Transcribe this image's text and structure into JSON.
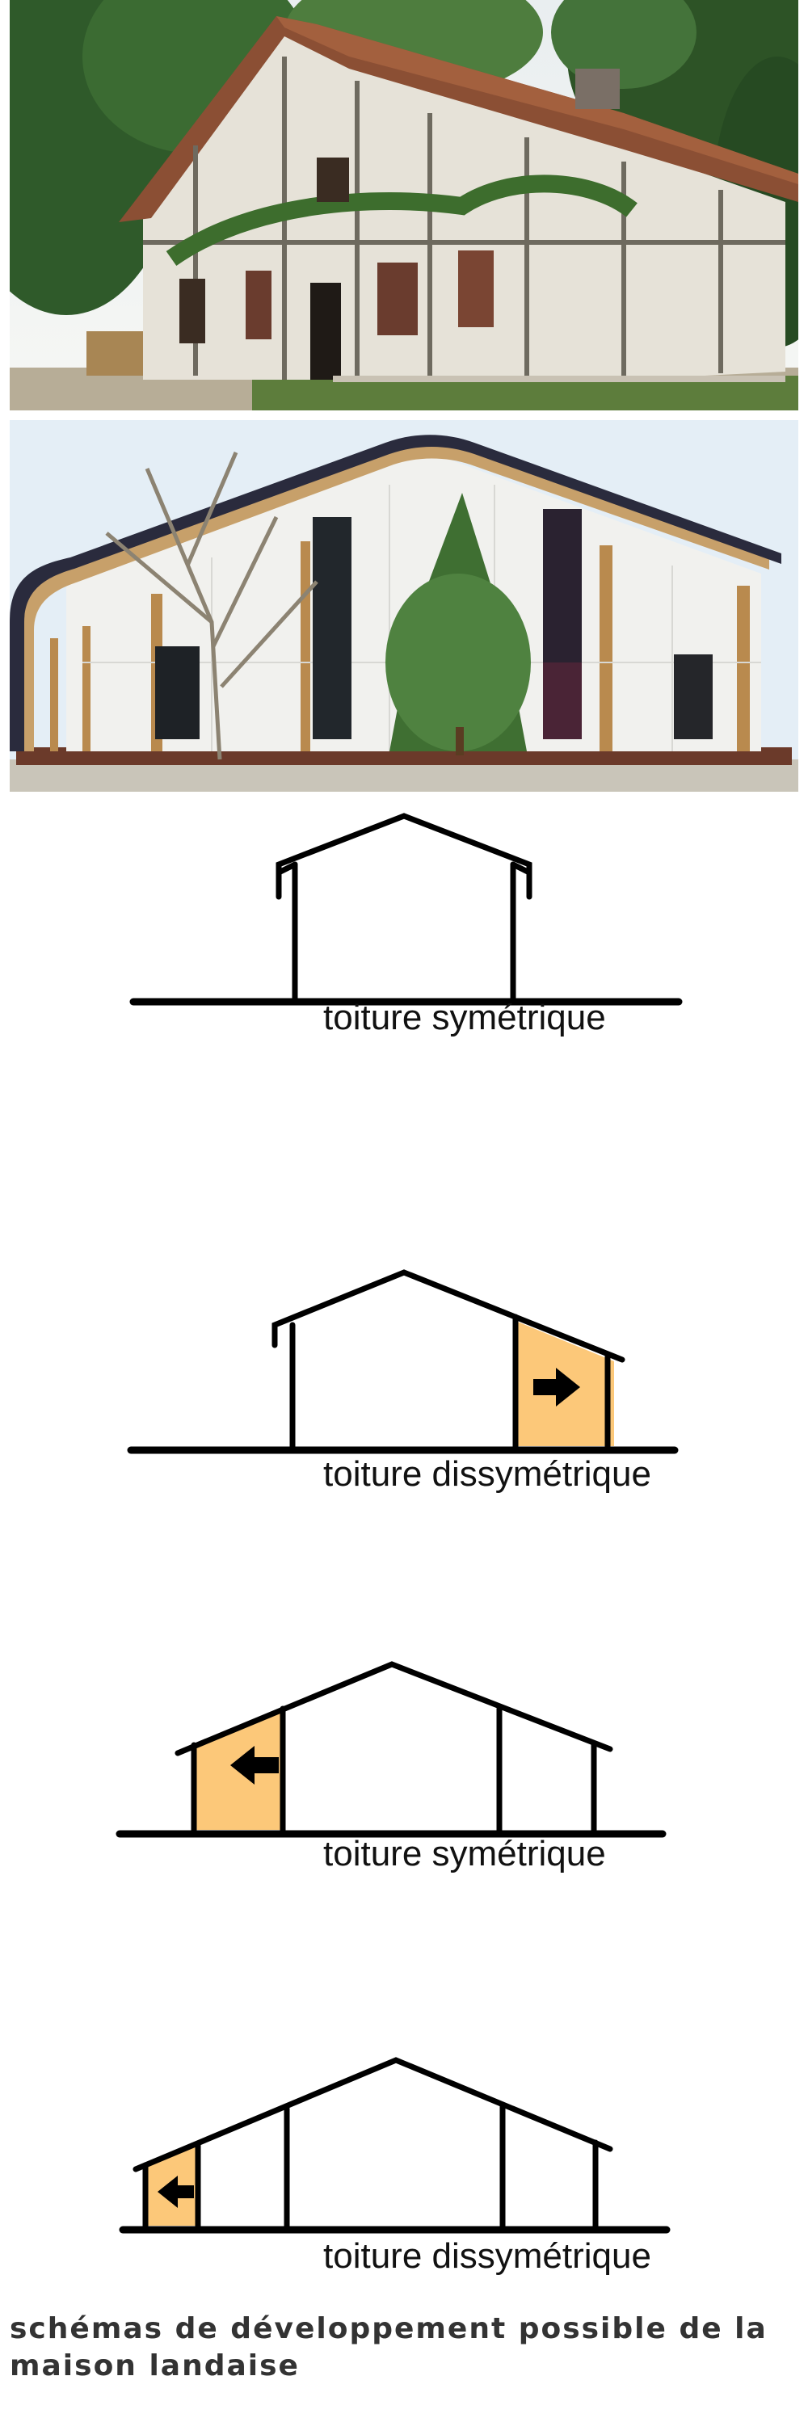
{
  "photos": [
    {
      "name": "traditional-landes-house-photo"
    },
    {
      "name": "modern-landes-house-photo"
    }
  ],
  "schemas": [
    {
      "label": "toiture symétrique"
    },
    {
      "label": "toiture dissymétrique"
    },
    {
      "label": "toiture symétrique"
    },
    {
      "label": "toiture dissymétrique"
    }
  ],
  "colors": {
    "extension_fill": "#fcc879",
    "line": "#000000",
    "caption": "#333333"
  },
  "caption": "schémas de développement possible de la maison landaise"
}
